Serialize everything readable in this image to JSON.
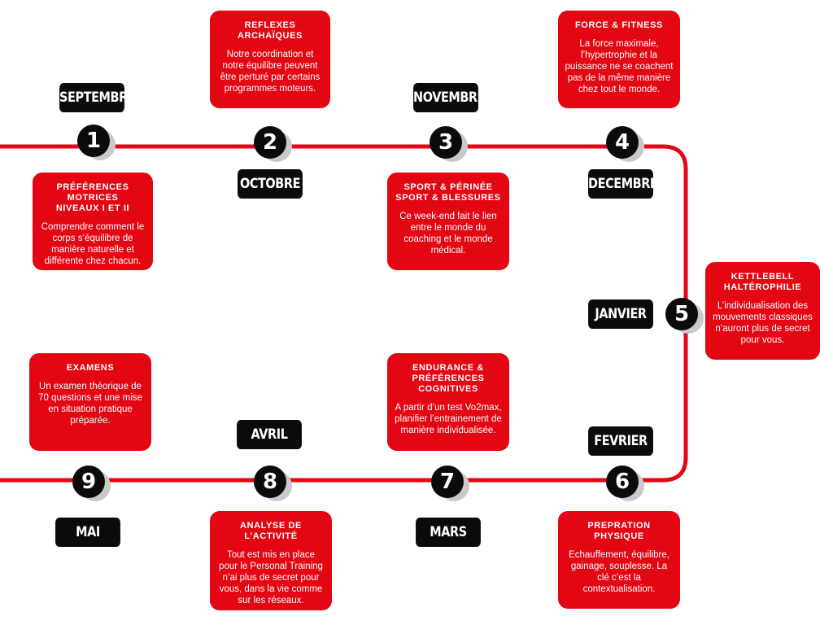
{
  "accent_color": "#e30613",
  "months": {
    "septembre": "SEPTEMBRE",
    "octobre": "OCTOBRE",
    "novembre": "NOVEMBRE",
    "decembre": "DECEMBRE",
    "janvier": "JANVIER",
    "fevrier": "FEVRIER",
    "mars": "MARS",
    "avril": "AVRIL",
    "mai": "MAI"
  },
  "steps": [
    "1",
    "2",
    "3",
    "4",
    "5",
    "6",
    "7",
    "8",
    "9"
  ],
  "cards": {
    "preferences": {
      "title": "PRÉFÉRENCES\nMOTRICES\nNIVEAUX I ET II",
      "text": "Comprendre comment le corps s’équilibre de manière naturelle et différente chez chacun."
    },
    "reflexes": {
      "title": "REFLEXES\nARCHAÏQUES",
      "text": "Notre coordination et notre équilibre peuvent être perturé par certains programmes moteurs."
    },
    "sport": {
      "title": "SPORT & PÉRINÉE\nSPORT & BLESSURES",
      "text": "Ce week-end fait le lien entre le monde du coaching et le monde médical."
    },
    "force": {
      "title": "FORCE & FITNESS",
      "text": "La force maximale, l’hypertrophie et la puissance ne se coachent pas de la même manière chez tout le monde."
    },
    "kettlebell": {
      "title": "KETTLEBELL\nHALTÉROPHILIE",
      "text": "L’individualisation des mouvements classiques n’auront plus de secret pour vous."
    },
    "prepration": {
      "title": "PREPRATION\nPHYSIQUE",
      "text": "Echauffement, équilibre, gainage, souplesse. La clé c’est la contextualisation."
    },
    "endurance": {
      "title": "ENDURANCE &\nPRÉFÉRENCES\nCOGNITIVES",
      "text": "A partir d’un test Vo2max, planifier l’entrainement de manière individualisée."
    },
    "analyse": {
      "title": "ANALYSE DE\nL’ACTIVITÉ",
      "text": "Tout est mis en place pour le Personal Training n’ai plus de secret pour vous, dans la vie comme sur les réseaux."
    },
    "examens": {
      "title": "EXAMENS",
      "text": "Un examen théorique de 70 questions et une mise en situation pratique préparée."
    }
  }
}
